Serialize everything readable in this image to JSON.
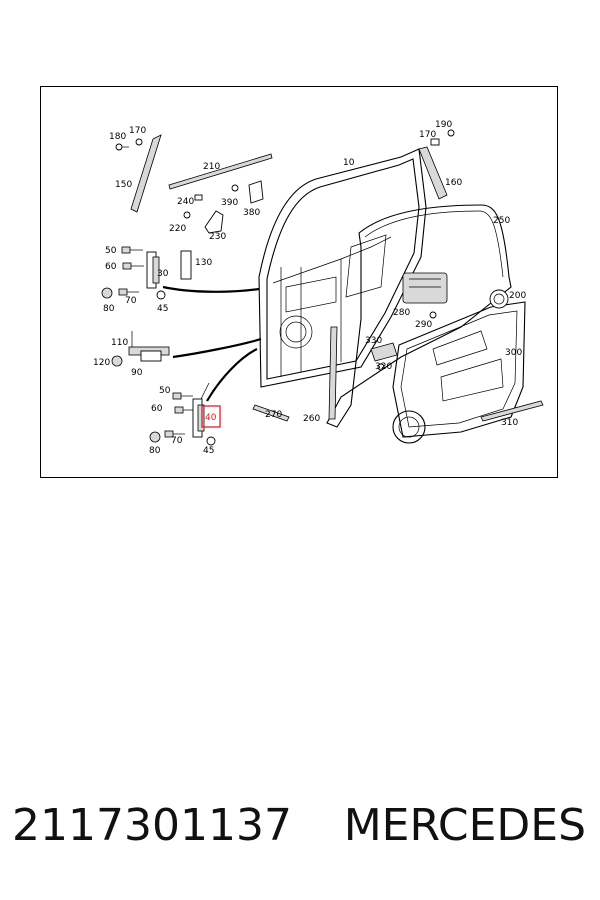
{
  "diagram": {
    "callouts": [
      "180",
      "170",
      "150",
      "210",
      "10",
      "190",
      "170",
      "160",
      "240",
      "390",
      "380",
      "220",
      "230",
      "250",
      "50",
      "60",
      "30",
      "130",
      "80",
      "70",
      "45",
      "200",
      "280",
      "290",
      "110",
      "330",
      "120",
      "90",
      "320",
      "300",
      "50",
      "60",
      "40",
      "270",
      "260",
      "310",
      "80",
      "70",
      "45"
    ],
    "highlighted": "40",
    "highlight_color": "#e0202a"
  },
  "footer": {
    "part_number": "2117301137",
    "brand": "MERCEDES"
  }
}
